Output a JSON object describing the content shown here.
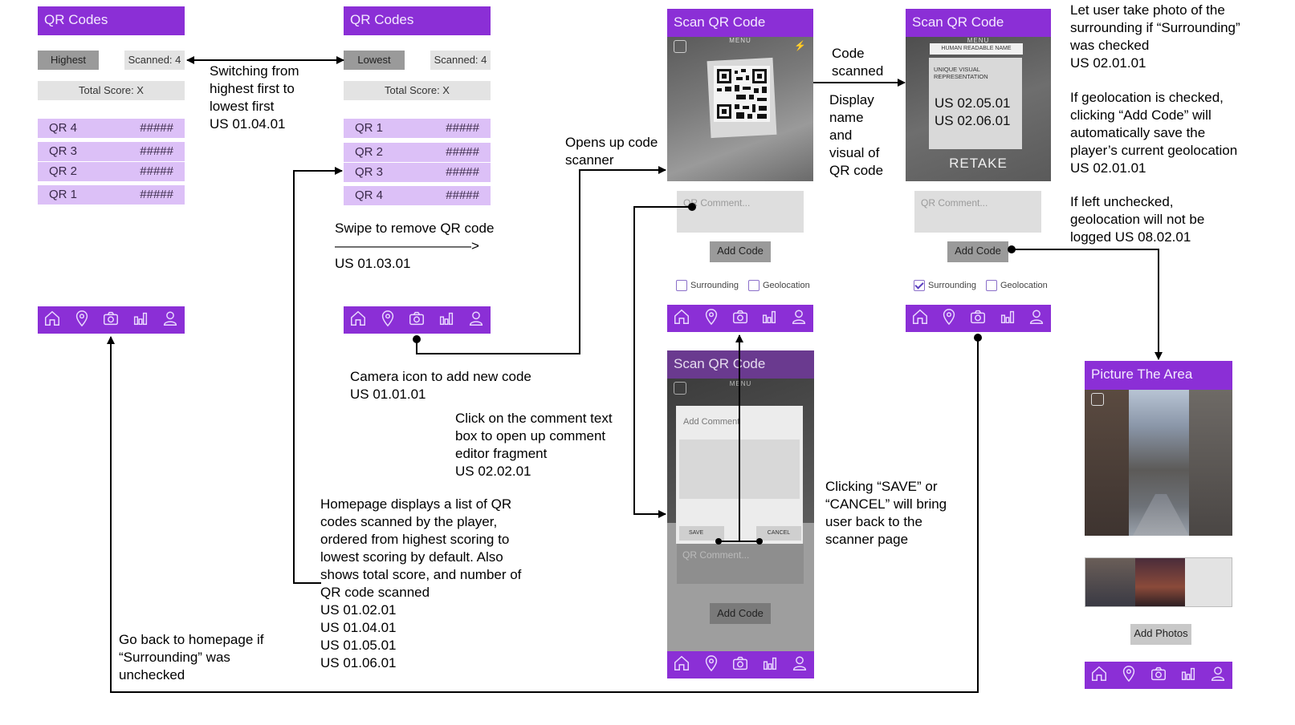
{
  "screen1": {
    "title": "QR Codes",
    "sort_label": "Highest",
    "scanned_label": "Scanned: 4",
    "total_label": "Total Score: X",
    "rows": [
      {
        "name": "QR 4",
        "score": "#####"
      },
      {
        "name": "QR 3",
        "score": "#####"
      },
      {
        "name": "QR 2",
        "score": "#####"
      },
      {
        "name": "QR 1",
        "score": "#####"
      }
    ]
  },
  "screen2": {
    "title": "QR Codes",
    "sort_label": "Lowest",
    "scanned_label": "Scanned: 4",
    "total_label": "Total Score: X",
    "rows": [
      {
        "name": "QR 1",
        "score": "#####"
      },
      {
        "name": "QR 2",
        "score": "#####"
      },
      {
        "name": "QR 3",
        "score": "#####"
      },
      {
        "name": "QR 4",
        "score": "#####"
      }
    ]
  },
  "scan1": {
    "title": "Scan QR Code",
    "camera_menu_text": "MENU",
    "comment_placeholder": "QR Comment...",
    "add_code_label": "Add Code",
    "surrounding_label": "Surrounding",
    "geolocation_label": "Geolocation"
  },
  "scan2": {
    "title": "Scan QR Code",
    "camera_menu_text": "MENU",
    "name_label": "HUMAN READABLE NAME",
    "visual_label": "UNIQUE VISUAL\nREPRESENTATION",
    "us_codes": "US 02.05.01\nUS 02.06.01",
    "retake_label": "RETAKE",
    "comment_placeholder": "QR Comment...",
    "add_code_label": "Add Code",
    "surrounding_label": "Surrounding",
    "geolocation_label": "Geolocation",
    "surrounding_checked": true
  },
  "scan3": {
    "title": "Scan QR Code",
    "camera_menu_text": "MENU",
    "add_comment_placeholder": "Add Comment",
    "save_label": "SAVE",
    "cancel_label": "CANCEL",
    "comment_placeholder": "QR Comment...",
    "add_code_label": "Add Code"
  },
  "picture": {
    "title": "Picture The Area",
    "add_photos_label": "Add Photos"
  },
  "notes": {
    "switching": "Switching from\nhighest first to\nlowest first\nUS 01.04.01",
    "swipe": "Swipe to remove QR code\n——————————>\nUS 01.03.01",
    "camera": "Camera icon to add new code\nUS 01.01.01",
    "opens_scanner": "Opens up code\nscanner",
    "code_scanned": "Code\nscanned",
    "display_name": "Display\nname\nand\nvisual of\nQR code",
    "click_comment": "Click on the comment text\nbox to open up comment\neditor fragment\nUS 02.02.01",
    "homepage": "Homepage displays a list of QR\ncodes scanned by the player,\nordered from highest scoring to\nlowest scoring by default. Also\nshows total score, and number of\nQR code scanned\nUS 01.02.01\nUS 01.04.01\nUS 01.05.01\nUS 01.06.01",
    "save_cancel": "Clicking “SAVE” or\n“CANCEL” will bring\nuser back to the\nscanner page",
    "go_back": "Go back to homepage if\n“Surrounding” was\nunchecked",
    "take_photo": "Let user take photo of the\nsurrounding if “Surrounding”\nwas checked\nUS 02.01.01",
    "geolocation_checked": "If geolocation is checked,\nclicking “Add Code” will\nautomatically save the\nplayer’s current geolocation\nUS 02.01.01",
    "geolocation_unchecked": "If left unchecked,\ngeolocation will not be\nlogged US 08.02.01"
  },
  "colors": {
    "accent": "#8b2fd6",
    "row": "#dcc0f7",
    "button": "#9a9a9a"
  },
  "icons": [
    "home-icon",
    "location-pin-icon",
    "camera-icon",
    "leaderboard-icon",
    "profile-icon"
  ]
}
